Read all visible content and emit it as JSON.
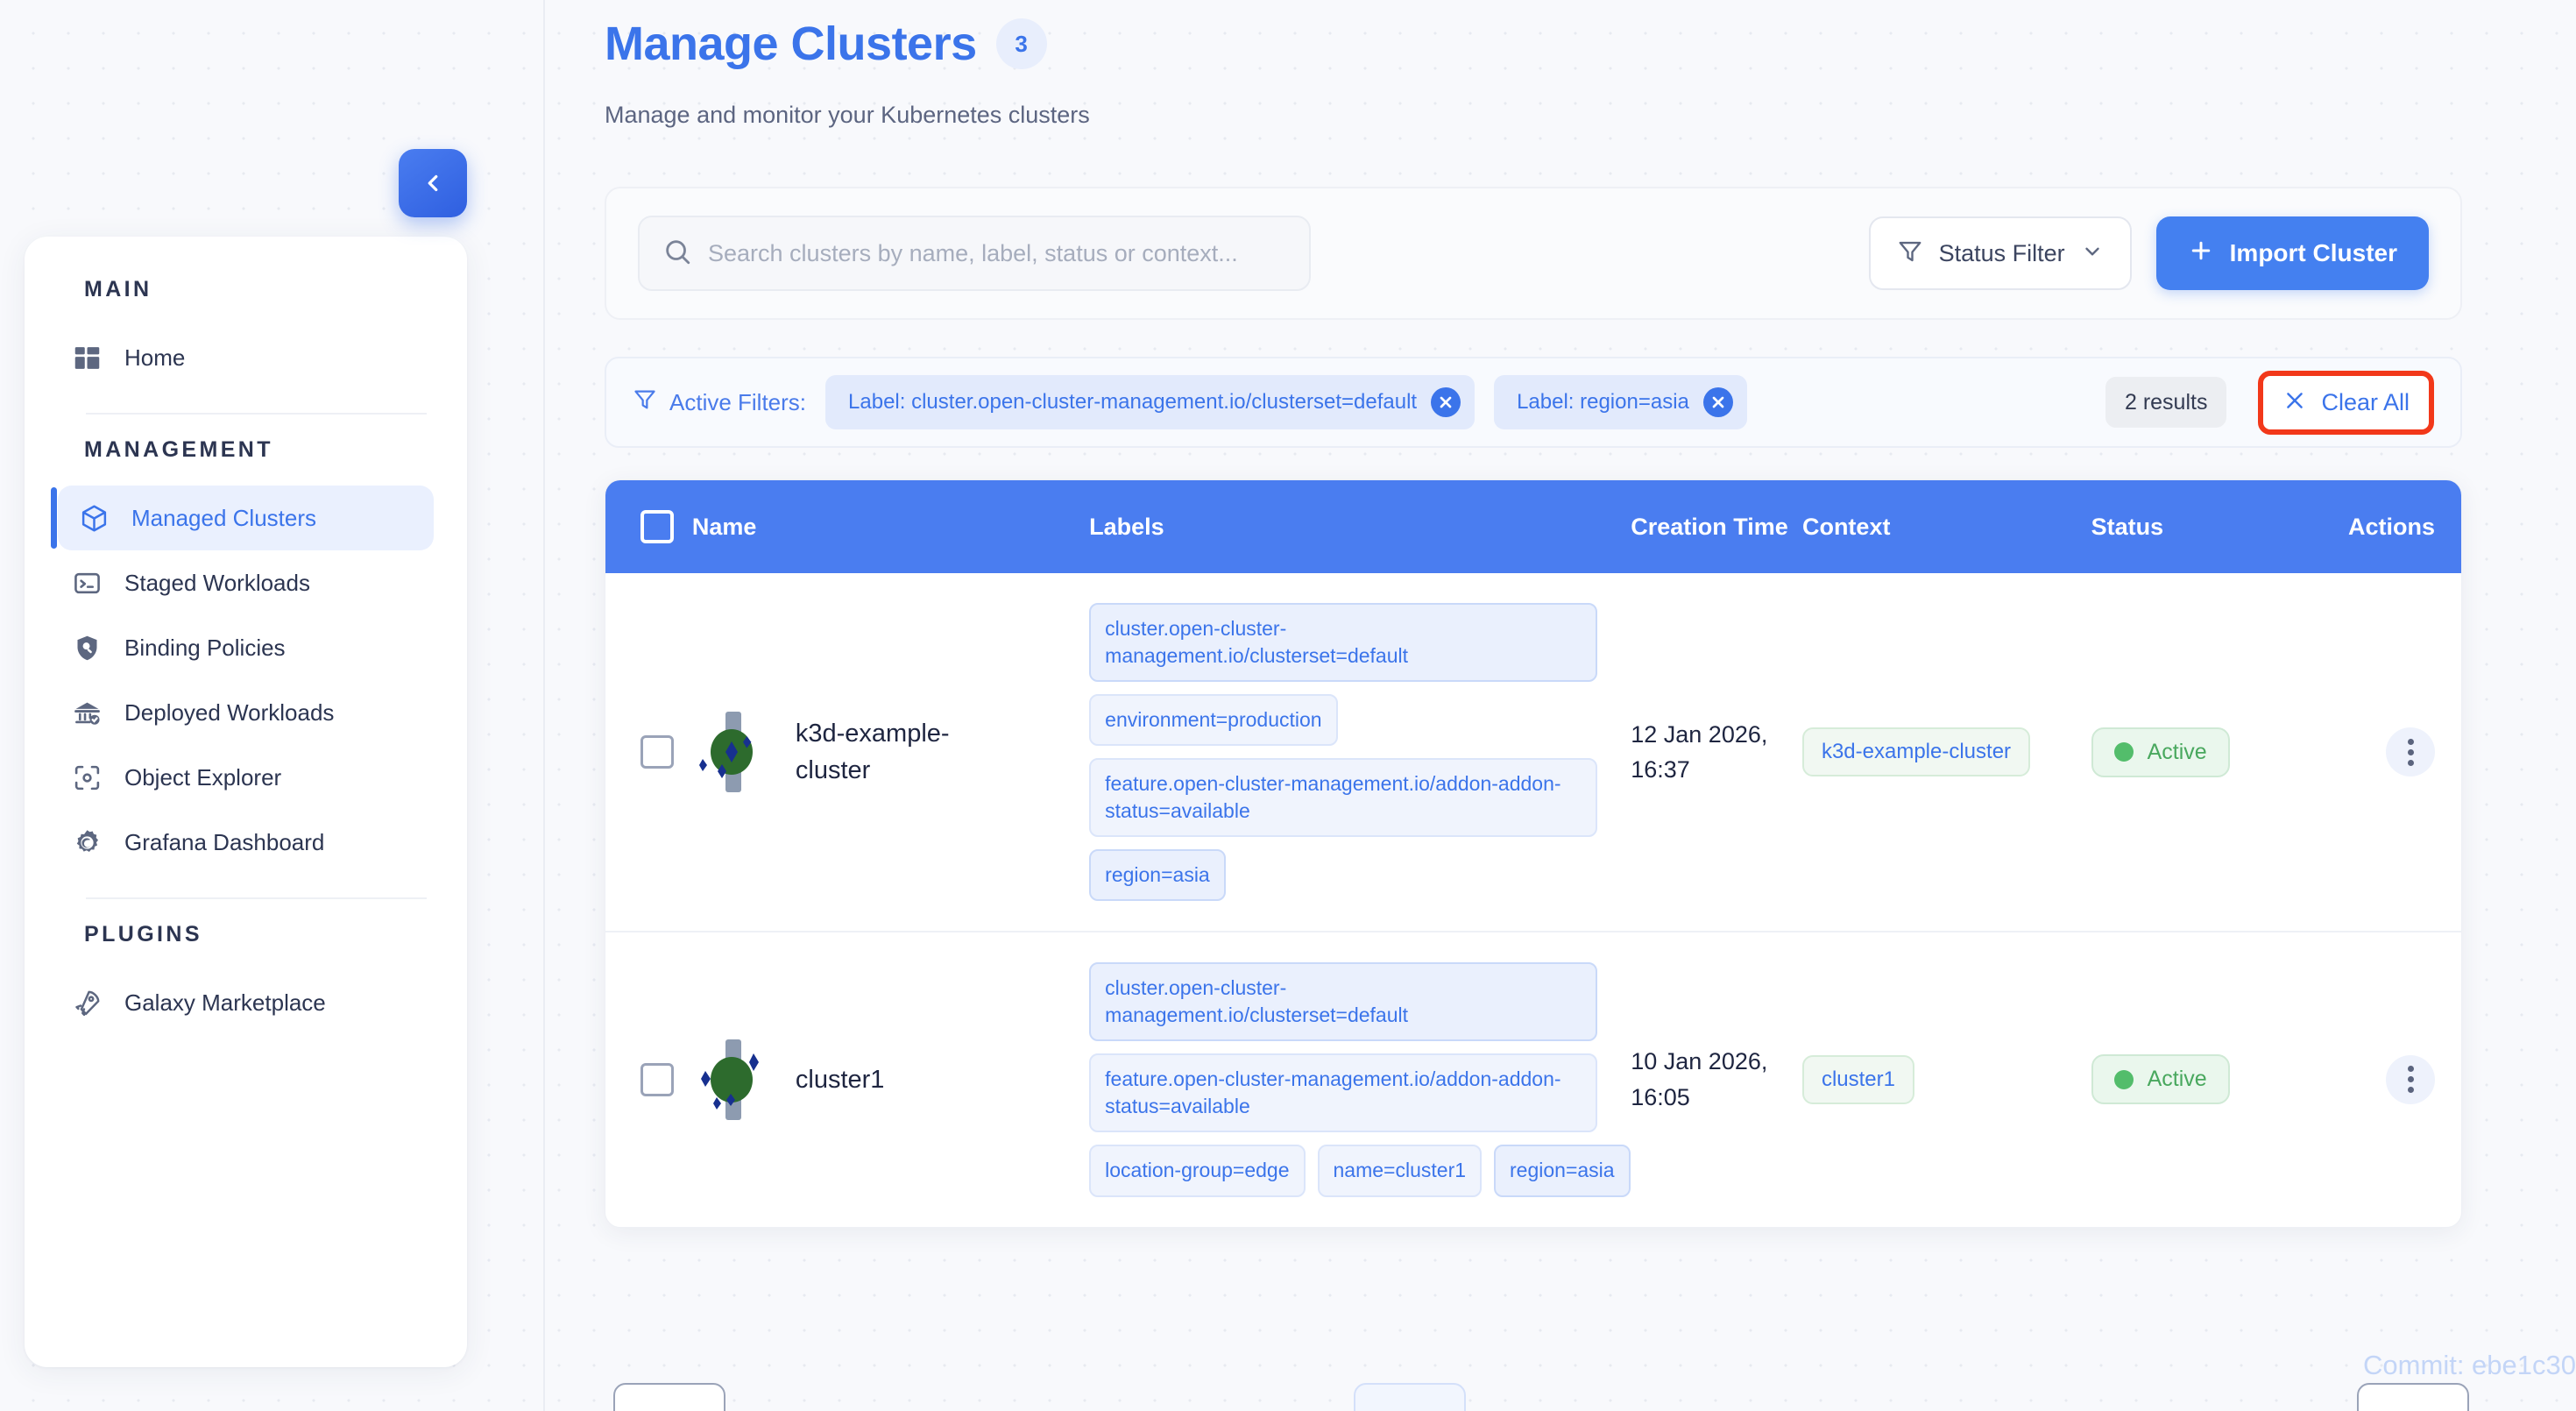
{
  "sidebar": {
    "collapse_icon": "chevron-left-icon",
    "sections": [
      {
        "title": "MAIN",
        "items": [
          {
            "label": "Home",
            "icon": "dashboard-grid-icon",
            "active": false
          }
        ]
      },
      {
        "title": "MANAGEMENT",
        "items": [
          {
            "label": "Managed Clusters",
            "icon": "cube-icon",
            "active": true
          },
          {
            "label": "Staged Workloads",
            "icon": "terminal-icon",
            "active": false
          },
          {
            "label": "Binding Policies",
            "icon": "shield-search-icon",
            "active": false
          },
          {
            "label": "Deployed Workloads",
            "icon": "bank-check-icon",
            "active": false
          },
          {
            "label": "Object Explorer",
            "icon": "scan-object-icon",
            "active": false
          },
          {
            "label": "Grafana Dashboard",
            "icon": "grafana-icon",
            "active": false
          }
        ]
      },
      {
        "title": "PLUGINS",
        "items": [
          {
            "label": "Galaxy Marketplace",
            "icon": "rocket-icon",
            "active": false
          }
        ]
      }
    ]
  },
  "header": {
    "title": "Manage Clusters",
    "count_badge": "3",
    "subtitle": "Manage and monitor your Kubernetes clusters"
  },
  "search": {
    "placeholder": "Search clusters by name, label, status or context...",
    "value": "",
    "icon": "search-icon"
  },
  "toolbar": {
    "status_filter_label": "Status Filter",
    "status_filter_icon": "funnel-icon",
    "status_filter_chevron": "chevron-down-icon",
    "import_label": "Import Cluster",
    "import_icon": "plus-icon"
  },
  "filters": {
    "label": "Active Filters:",
    "icon": "funnel-icon",
    "chips": [
      {
        "text": "Label: cluster.open-cluster-management.io/clusterset=default",
        "remove_icon": "close-circle-icon"
      },
      {
        "text": "Label: region=asia",
        "remove_icon": "close-circle-icon"
      }
    ],
    "results_text": "2 results",
    "clear_all_label": "Clear All",
    "clear_all_icon": "close-icon",
    "highlight_color": "#f2381a"
  },
  "table": {
    "columns": [
      "",
      "Name",
      "Labels",
      "Creation Time",
      "Context",
      "Status",
      "Actions"
    ],
    "rows": [
      {
        "name": "k3d-example-cluster",
        "icon": "kubernetes-cluster-icon",
        "labels": [
          "cluster.open-cluster-management.io/clusterset=default",
          "environment=production",
          "feature.open-cluster-management.io/addon-addon-status=available",
          "region=asia"
        ],
        "creation_time": "12 Jan 2026, 16:37",
        "context": "k3d-example-cluster",
        "status": "Active",
        "actions_icon": "kebab-menu-icon"
      },
      {
        "name": "cluster1",
        "icon": "kubernetes-cluster-icon",
        "labels": [
          "cluster.open-cluster-management.io/clusterset=default",
          "feature.open-cluster-management.io/addon-addon-status=available",
          "location-group=edge",
          "name=cluster1",
          "region=asia"
        ],
        "creation_time": "10 Jan 2026, 16:05",
        "context": "cluster1",
        "status": "Active",
        "actions_icon": "kebab-menu-icon"
      }
    ]
  },
  "footer": {
    "commit": "Commit: ebe1c30"
  },
  "colors": {
    "accent": "#4480f0",
    "title": "#3b74ea",
    "header_bg": "#4a7df0",
    "status_green": "#53bd6b",
    "highlight_red": "#f2381a"
  }
}
